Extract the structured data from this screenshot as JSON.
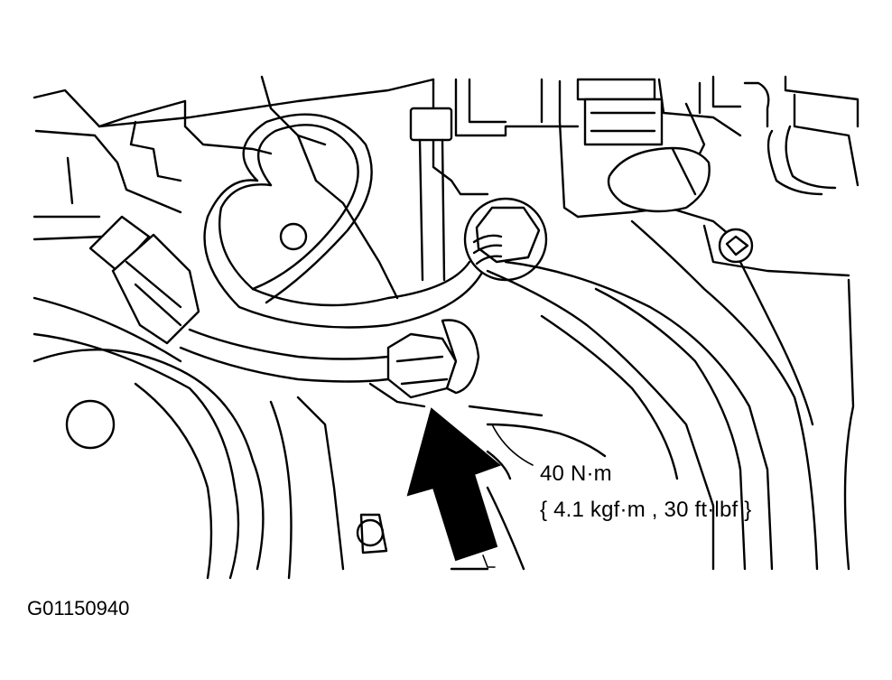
{
  "callout": {
    "torque_nm": "40 N·m",
    "torque_alt": "{ 4.1 kgf·m , 30 ft·lbf }"
  },
  "figure": {
    "id": "G01150940"
  }
}
